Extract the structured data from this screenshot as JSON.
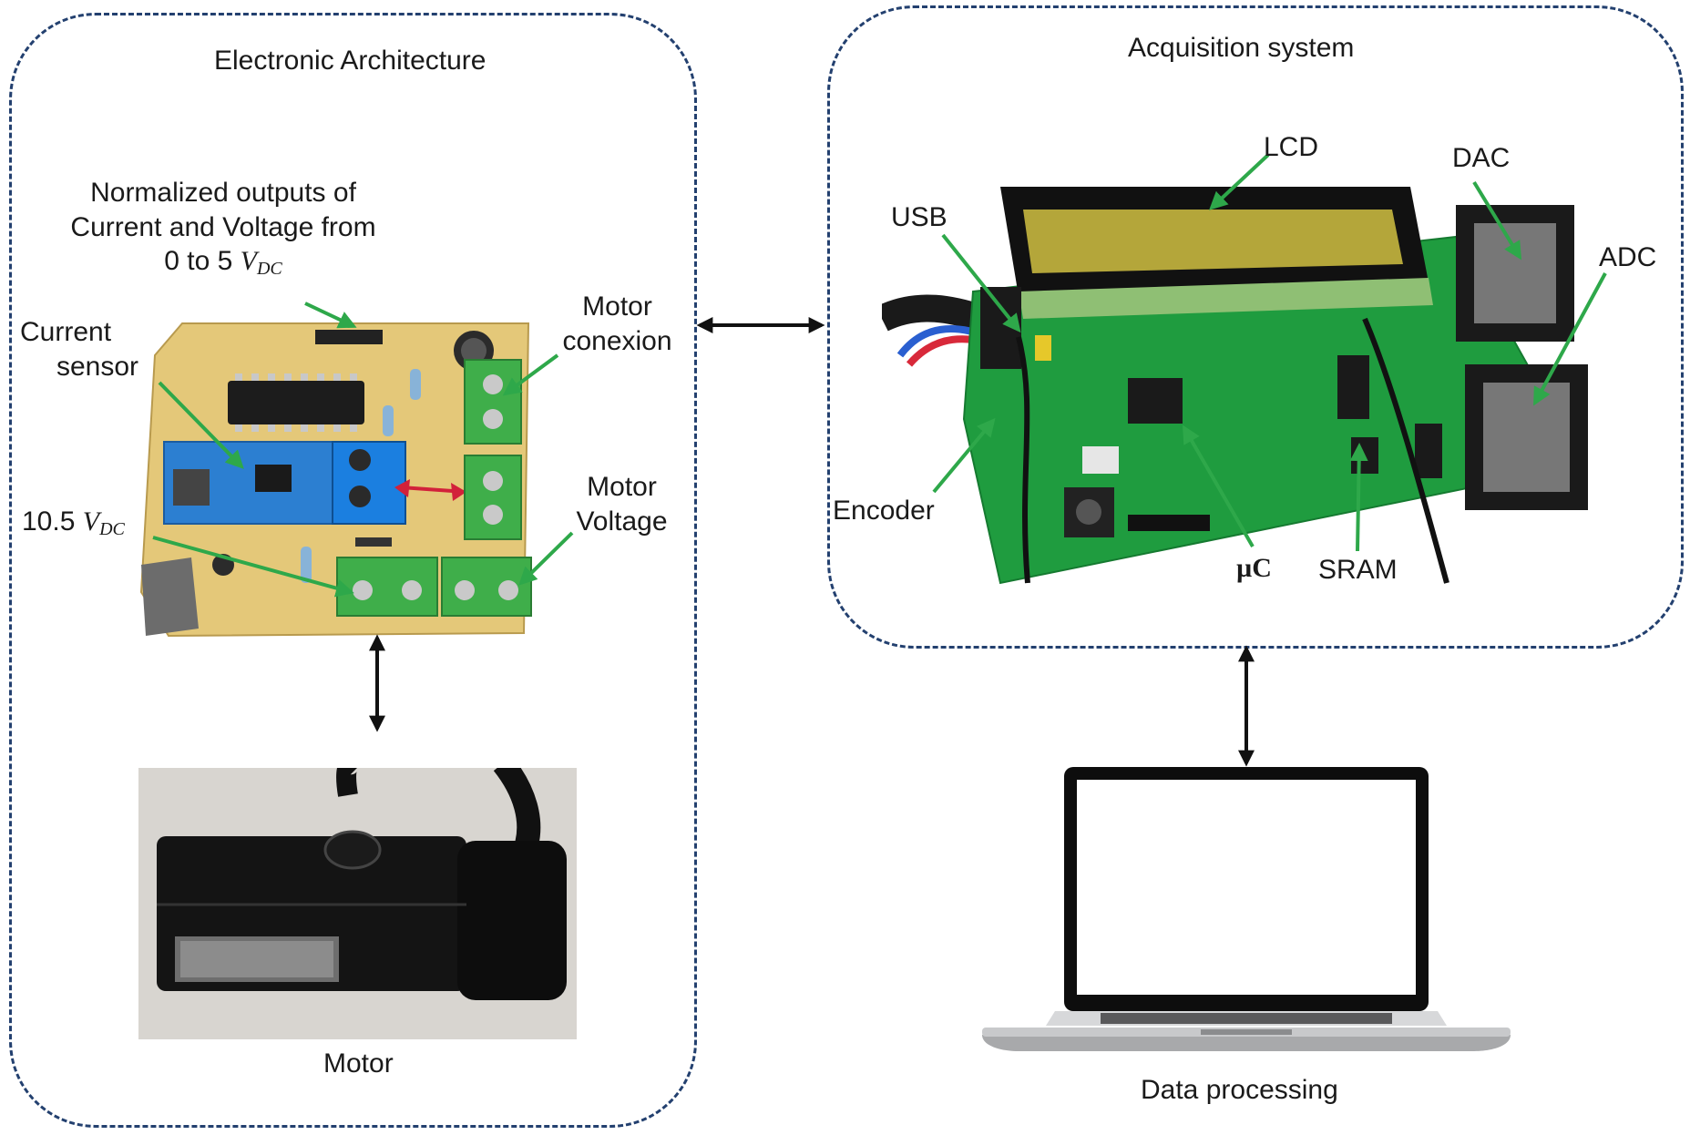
{
  "electronic": {
    "title": "Electronic Architecture",
    "normalized_line1": "Normalized outputs of",
    "normalized_line2": "Current and Voltage from",
    "normalized_line3_prefix": "0 to 5 ",
    "current_line1": "Current",
    "current_line2": "sensor",
    "supply_prefix": "10.5 ",
    "motor_conexion_line1": "Motor",
    "motor_conexion_line2": "conexion",
    "motor_voltage_line1": "Motor",
    "motor_voltage_line2": "Voltage",
    "motor": "Motor"
  },
  "vdc": {
    "v": "V",
    "sub": "DC"
  },
  "acquisition": {
    "title": "Acquisition system",
    "lcd": "LCD",
    "dac": "DAC",
    "usb": "USB",
    "adc": "ADC",
    "encoder": "Encoder",
    "uc": "µC",
    "sram": "SRAM"
  },
  "processing": {
    "label": "Data processing"
  },
  "colors": {
    "box_border": "#23406f",
    "pointer": "#2ea84a",
    "arrow": "#111111",
    "pcb": "#e4c879",
    "green_pcb": "#1f9c3f",
    "terminal": "#3fae4a"
  }
}
